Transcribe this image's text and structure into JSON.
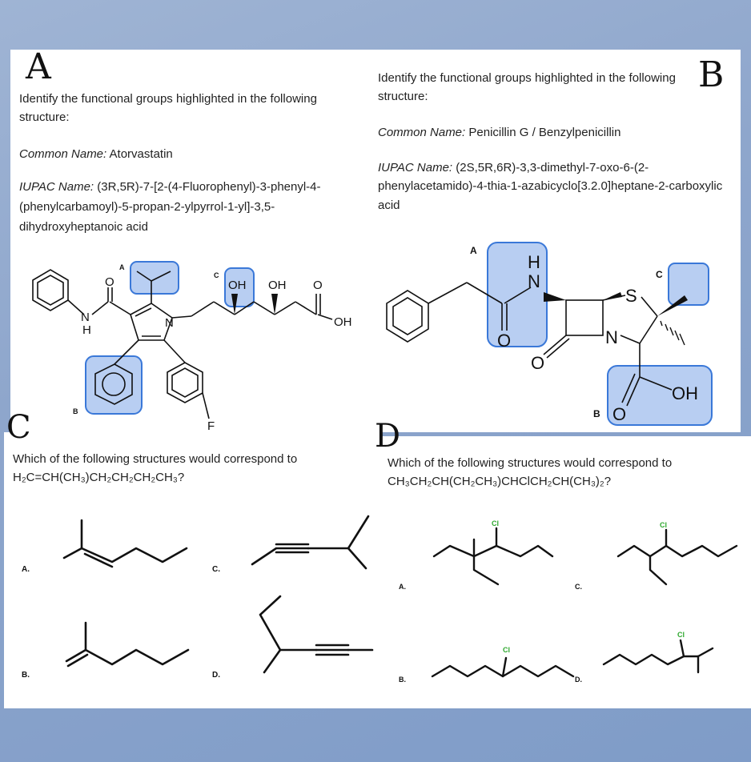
{
  "panelA": {
    "letter": "A",
    "prompt": "Identify the functional groups highlighted in the following structure:",
    "common_label": "Common Name:",
    "common_value": "Atorvastatin",
    "iupac_label": "IUPAC Name:",
    "iupac_value": "(3R,5R)-7-[2-(4-Fluorophenyl)-3-phenyl-4-(phenylcarbamoyl)-5-propan-2-ylpyrrol-1-yl]-3,5-dihydroxyheptanoic acid",
    "labels": {
      "a": "A",
      "b": "B",
      "c": "C"
    },
    "atoms": {
      "o1": "O",
      "nh_n": "N",
      "nh_h": "H",
      "n": "N",
      "oh1": "OH",
      "oh2": "OH",
      "o2": "O",
      "oh3": "OH",
      "f": "F"
    }
  },
  "panelB": {
    "letter": "B",
    "prompt": "Identify the functional groups highlighted in the following structure:",
    "common_label": "Common Name:",
    "common_value": "Penicillin G / Benzylpenicillin",
    "iupac_label": "IUPAC Name:",
    "iupac_value": "(2S,5R,6R)-3,3-dimethyl-7-oxo-6-(2-phenylacetamido)-4-thia-1-azabicyclo[3.2.0]heptane-2-carboxylic acid",
    "labels": {
      "a": "A",
      "b": "B",
      "c": "C"
    },
    "atoms": {
      "h": "H",
      "n1": "N",
      "o1": "O",
      "s": "S",
      "n2": "N",
      "o2": "O",
      "o3": "O",
      "oh": "OH"
    }
  },
  "panelC": {
    "letter": "C",
    "question": "Which of the following structures would correspond to H₂C=CH(CH₃)CH₂CH₂CH₂CH₃?",
    "options": [
      "A.",
      "B.",
      "C.",
      "D."
    ]
  },
  "panelD": {
    "letter": "D",
    "question": "Which of the following structures would correspond to CH₃CH₂CH(CH₂CH₃)CHClCH₂CH(CH₃)₂?",
    "options": [
      "A.",
      "B.",
      "C.",
      "D."
    ],
    "cl": "Cl"
  }
}
